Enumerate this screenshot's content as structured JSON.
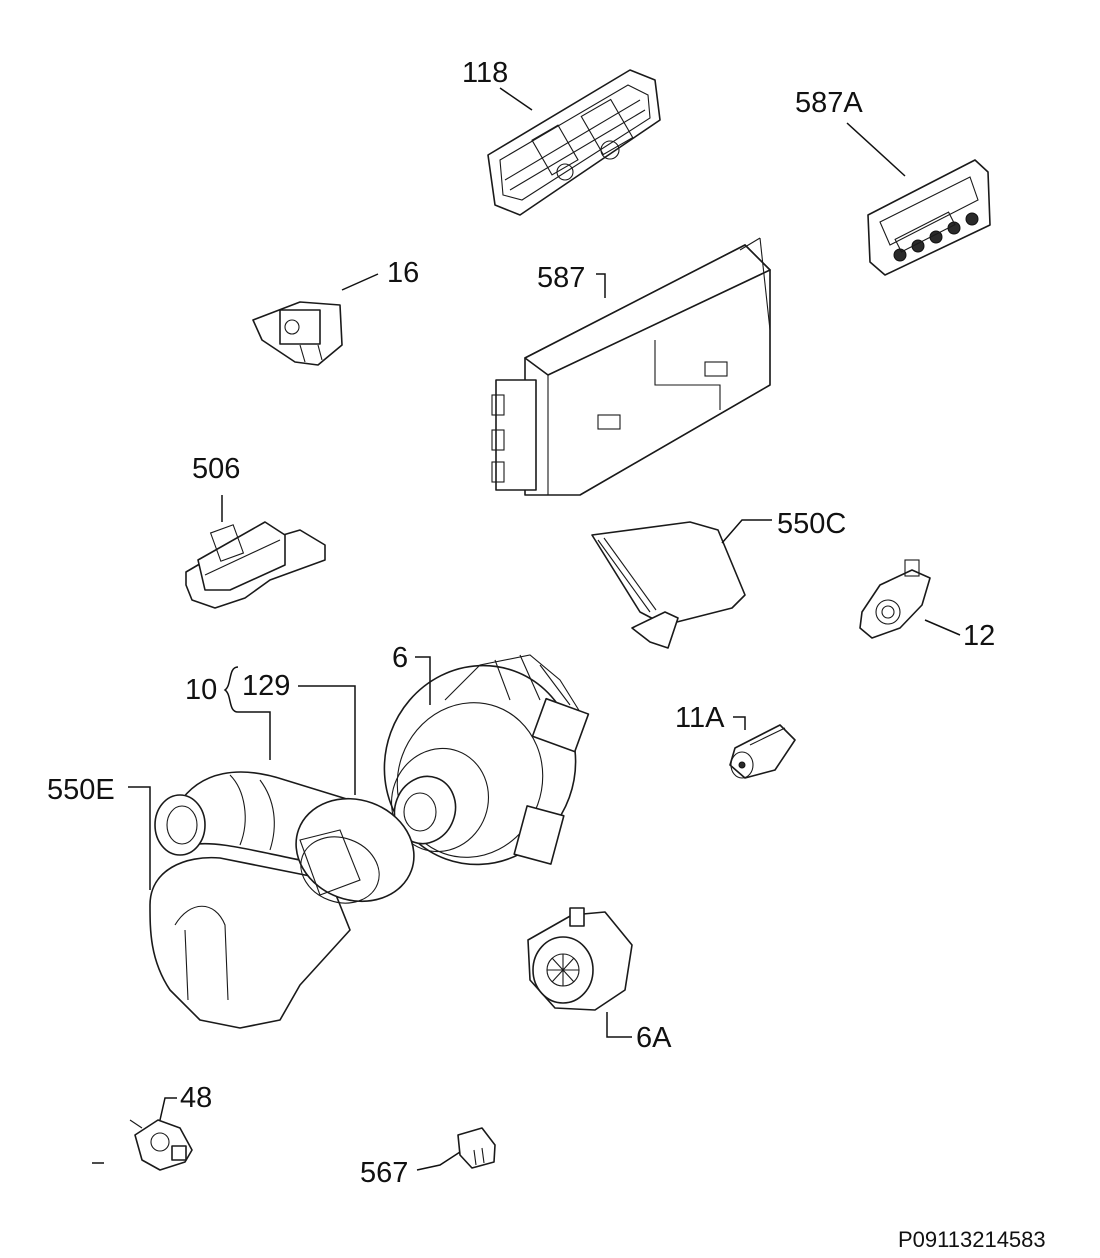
{
  "drawing_code": "P09113214583",
  "parts": [
    {
      "id": "p118",
      "label": "118"
    },
    {
      "id": "p587A",
      "label": "587A"
    },
    {
      "id": "p16",
      "label": "16"
    },
    {
      "id": "p587",
      "label": "587"
    },
    {
      "id": "p506",
      "label": "506"
    },
    {
      "id": "p550C",
      "label": "550C"
    },
    {
      "id": "p12",
      "label": "12"
    },
    {
      "id": "p6",
      "label": "6"
    },
    {
      "id": "p10",
      "label": "10"
    },
    {
      "id": "p129",
      "label": "129"
    },
    {
      "id": "p11A",
      "label": "11A"
    },
    {
      "id": "p550E",
      "label": "550E"
    },
    {
      "id": "p6A",
      "label": "6A"
    },
    {
      "id": "p48",
      "label": "48"
    },
    {
      "id": "p567",
      "label": "567"
    }
  ]
}
